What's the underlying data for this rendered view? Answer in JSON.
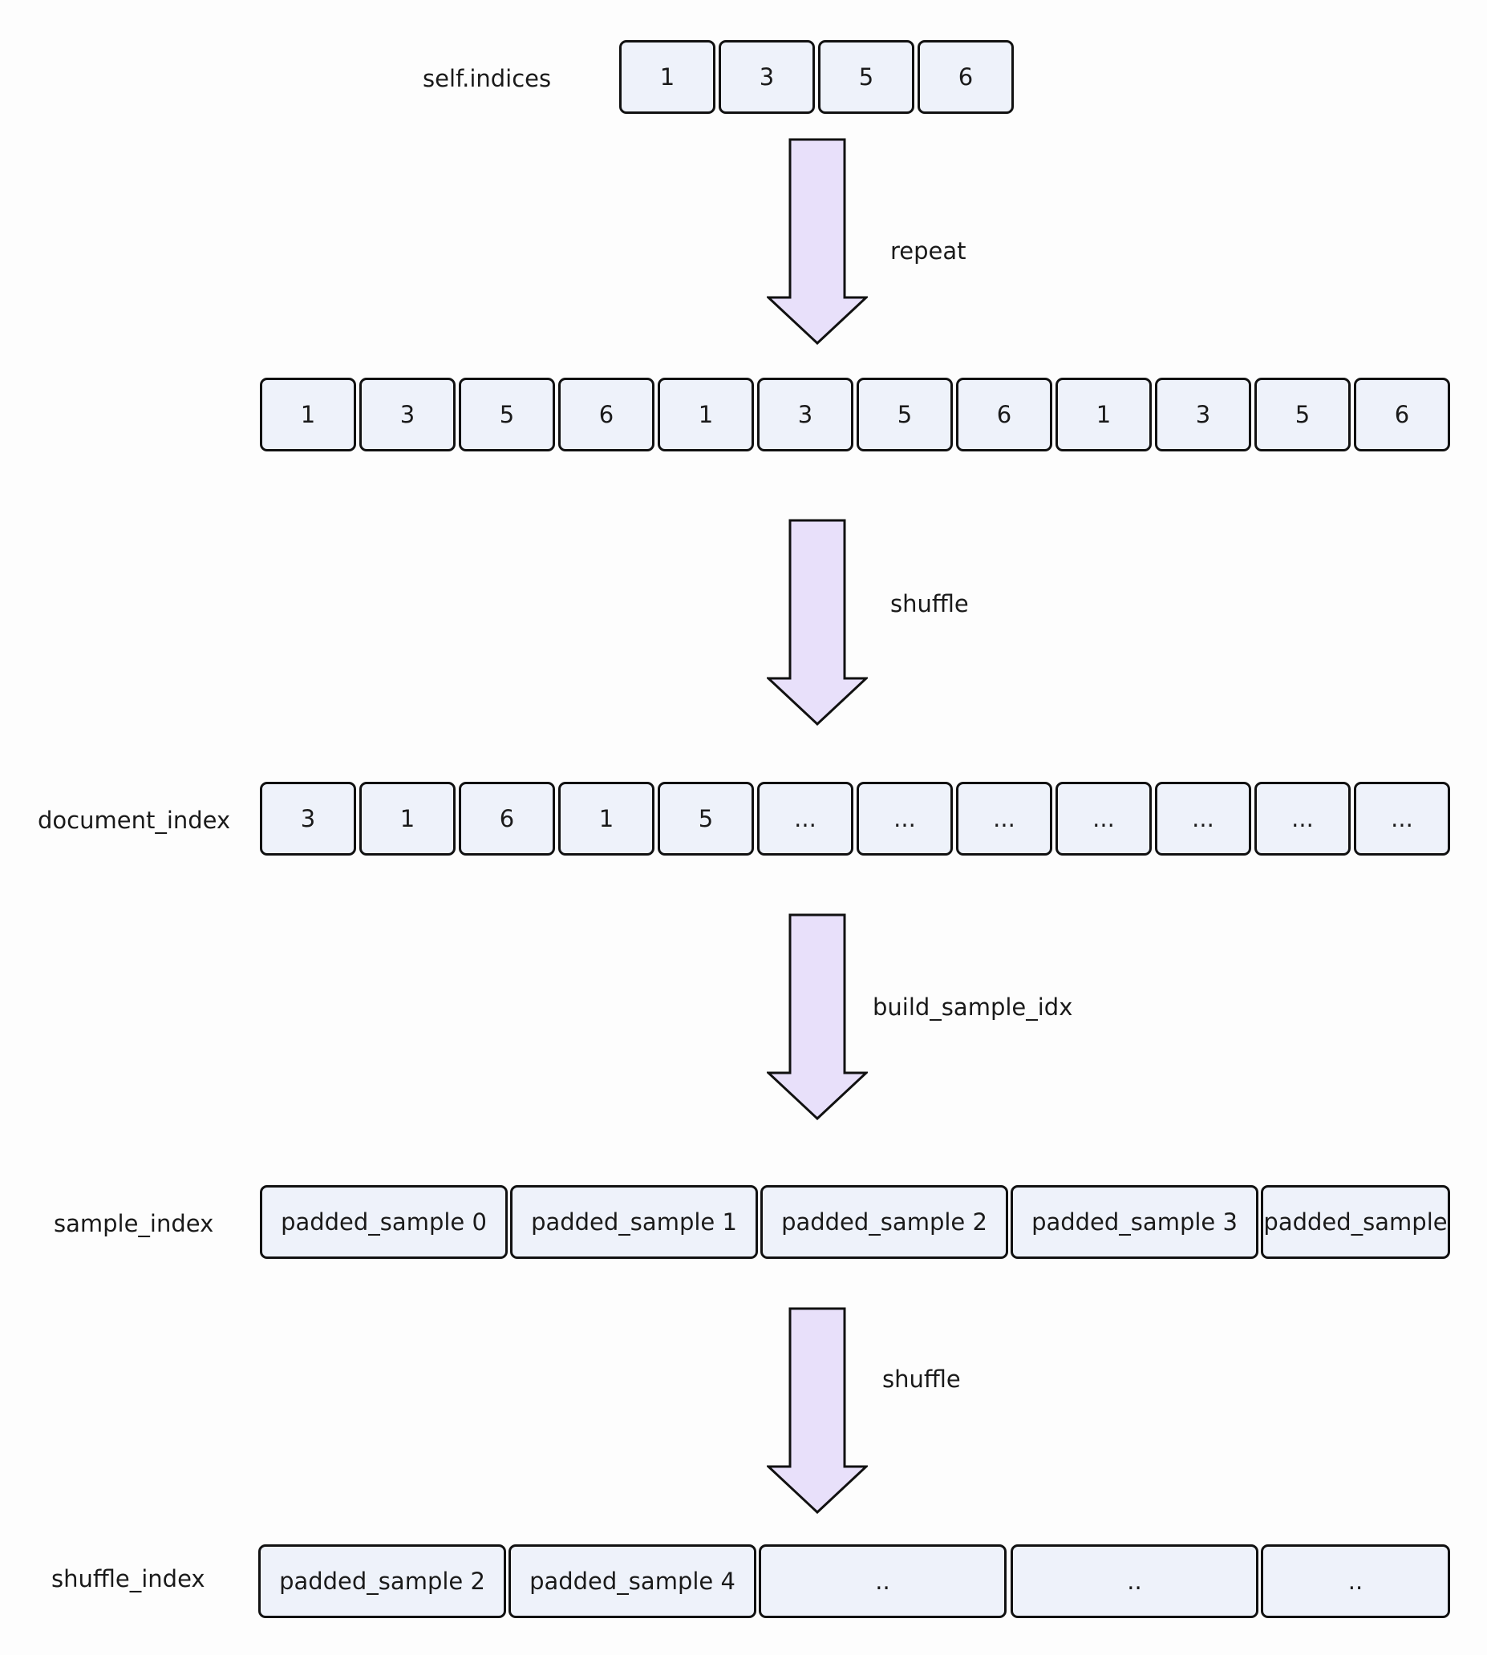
{
  "rows": {
    "self_indices": {
      "label": "self.indices",
      "cells": [
        "1",
        "3",
        "5",
        "6"
      ]
    },
    "repeated": {
      "cells": [
        "1",
        "3",
        "5",
        "6",
        "1",
        "3",
        "5",
        "6",
        "1",
        "3",
        "5",
        "6"
      ]
    },
    "document_index": {
      "label": "document_index",
      "cells": [
        "3",
        "1",
        "6",
        "1",
        "5",
        "...",
        "...",
        "...",
        "...",
        "...",
        "...",
        "..."
      ]
    },
    "sample_index": {
      "label": "sample_index",
      "cells": [
        "padded_sample  0",
        "padded_sample 1",
        "padded_sample 2",
        "padded_sample 3",
        "padded_sample"
      ]
    },
    "shuffle_index": {
      "label": "shuffle_index",
      "cells": [
        "padded_sample  2",
        "padded_sample 4",
        "..",
        "..",
        ".."
      ]
    }
  },
  "arrows": [
    {
      "label": "repeat"
    },
    {
      "label": "shuffle"
    },
    {
      "label": "build_sample_idx"
    },
    {
      "label": "shuffle"
    }
  ],
  "colors": {
    "cell_fill": "#eef2fa",
    "cell_border": "#111111",
    "arrow_fill": "#e8e0fa",
    "arrow_stroke": "#111111"
  }
}
